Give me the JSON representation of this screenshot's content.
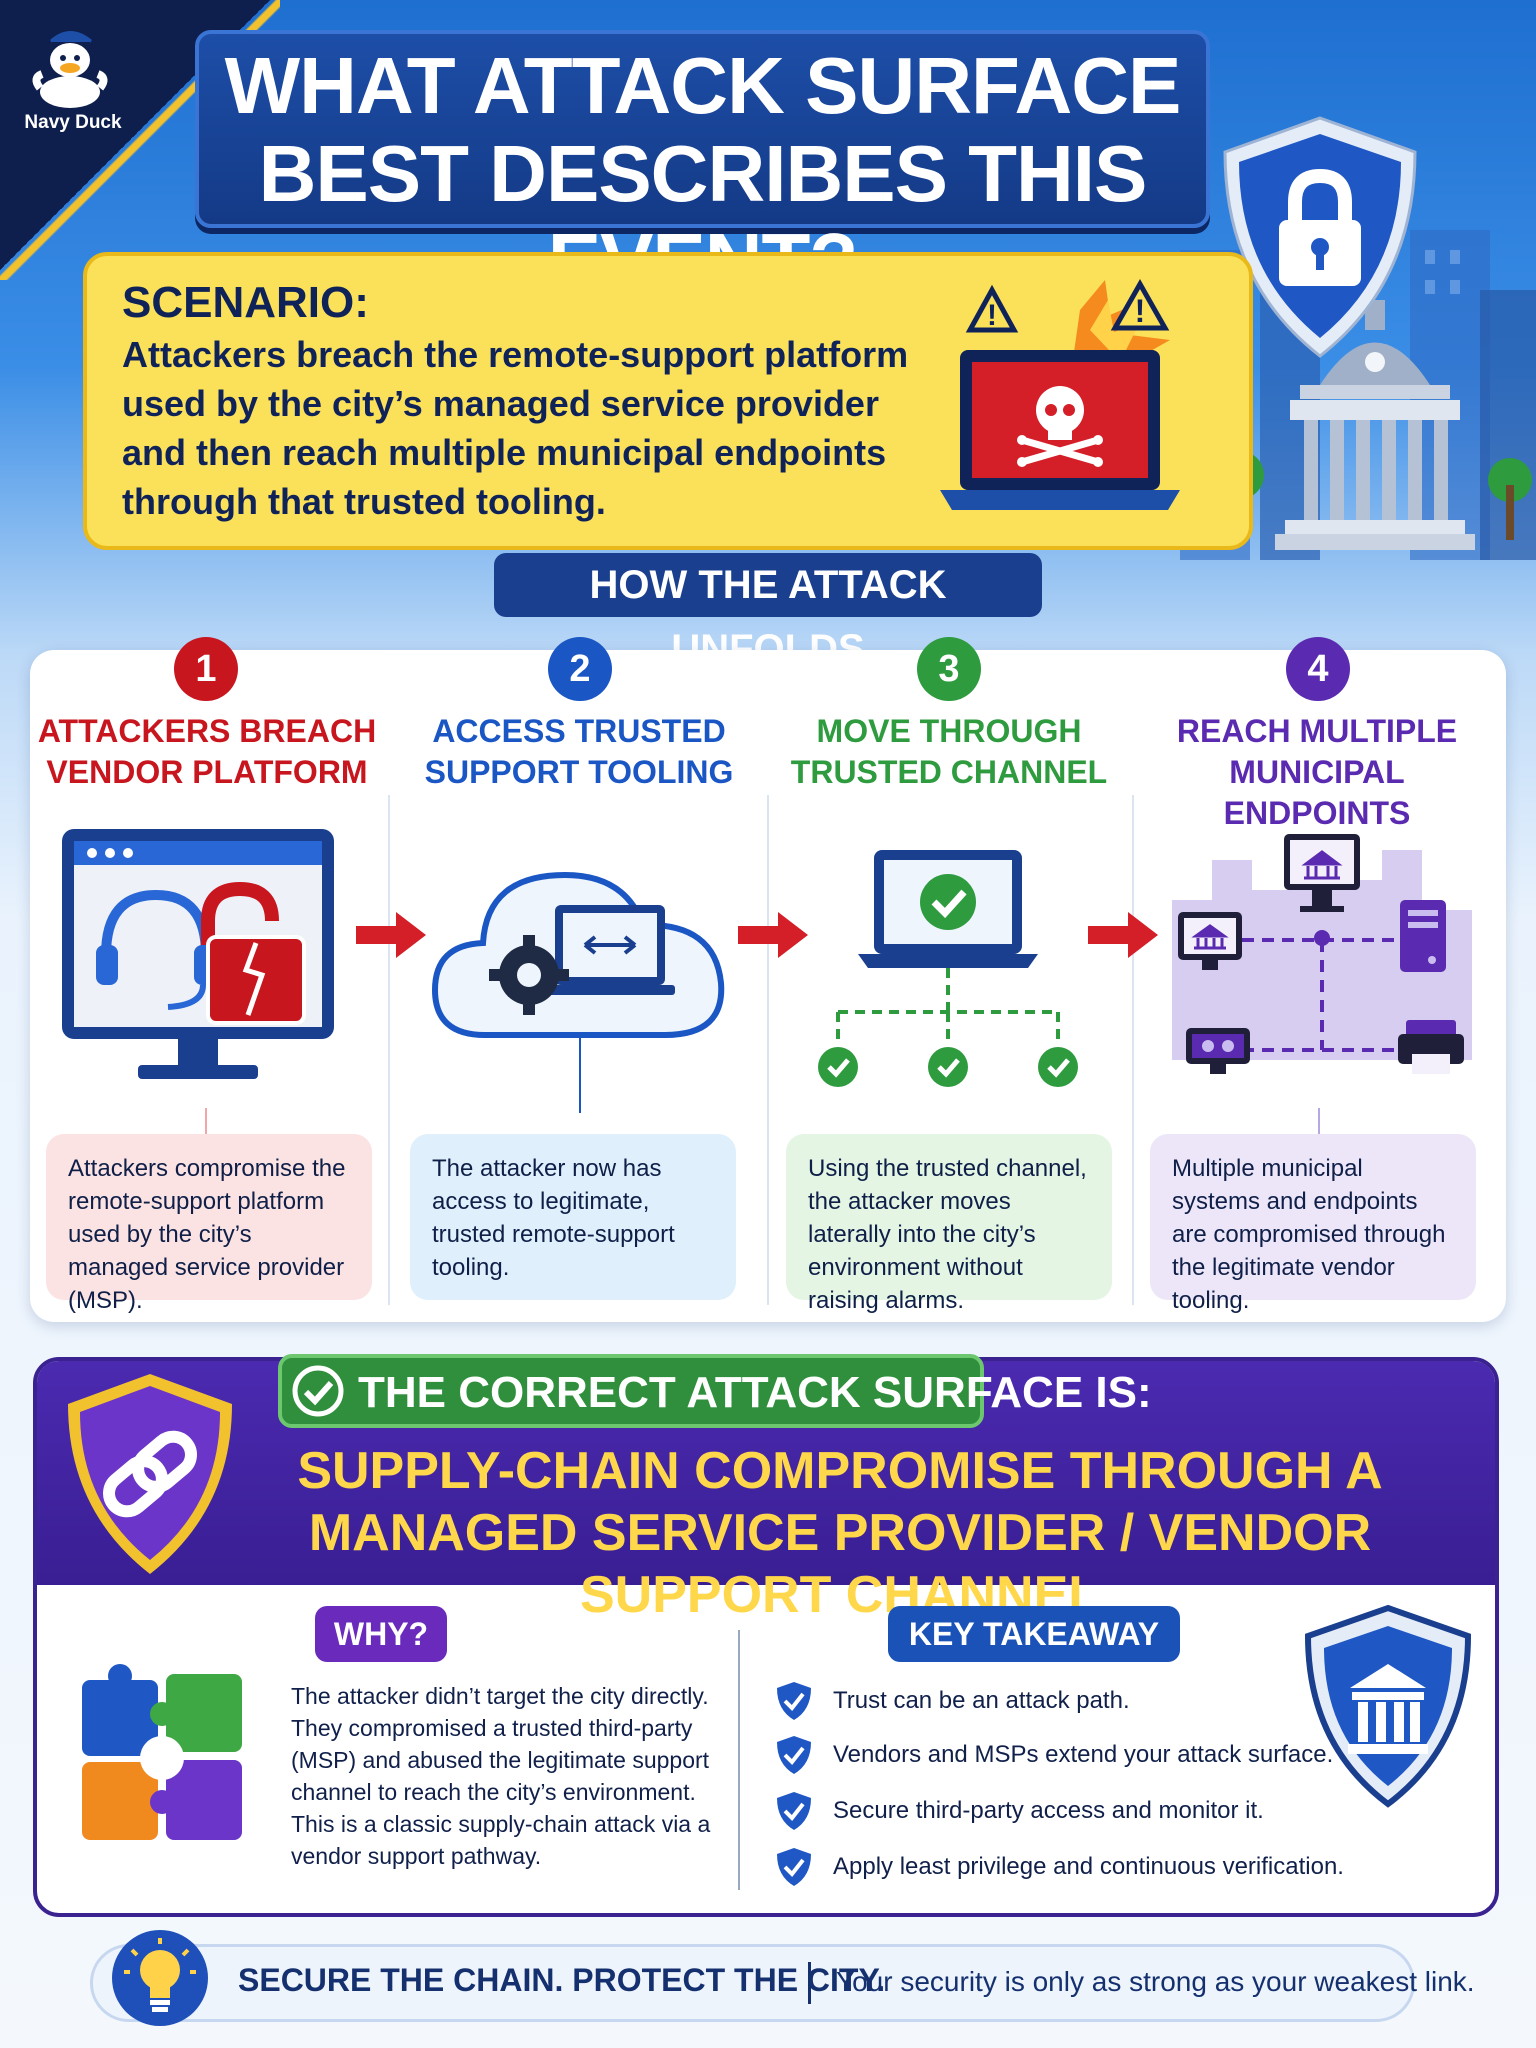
{
  "brand": {
    "name": "Navy Duck"
  },
  "title": "WHAT ATTACK SURFACE BEST DESCRIBES THIS EVENT?",
  "scenario": {
    "label": "SCENARIO:",
    "text": "Attackers breach the remote-support platform used by the city’s managed service provider and then reach multiple municipal endpoints through that trusted tooling."
  },
  "how": {
    "label": "HOW THE ATTACK UNFOLDS"
  },
  "steps": [
    {
      "number": "1",
      "title_line1": "ATTACKERS BREACH",
      "title_line2": "VENDOR PLATFORM",
      "desc": "Attackers compromise the remote-support platform used by the city’s managed service provider (MSP).",
      "color": "#c8161f"
    },
    {
      "number": "2",
      "title_line1": "ACCESS TRUSTED",
      "title_line2": "SUPPORT TOOLING",
      "desc": "The attacker now has access to legitimate, trusted remote-support tooling.",
      "color": "#1a56c4"
    },
    {
      "number": "3",
      "title_line1": "MOVE THROUGH",
      "title_line2": "TRUSTED CHANNEL",
      "desc": "Using the trusted channel, the attacker moves laterally into the city’s environment without raising alarms.",
      "color": "#2e9b3f"
    },
    {
      "number": "4",
      "title_line1": "REACH MULTIPLE",
      "title_line2": "MUNICIPAL ENDPOINTS",
      "desc": "Multiple municipal systems and endpoints are compromised through the legitimate vendor tooling.",
      "color": "#5a2bb0"
    }
  ],
  "correct": {
    "label": "THE CORRECT ATTACK SURFACE IS:",
    "answer_line1": "SUPPLY-CHAIN COMPROMISE THROUGH A",
    "answer_line2": "MANAGED SERVICE PROVIDER / VENDOR SUPPORT CHANNEL"
  },
  "why": {
    "label": "WHY?",
    "text": "The attacker didn’t target the city directly. They compromised a trusted third-party (MSP) and abused the legitimate support channel to reach the city’s environment. This is a classic supply-chain attack via a vendor support pathway."
  },
  "takeaway": {
    "label": "KEY TAKEAWAY",
    "items": [
      "Trust can be an attack path.",
      "Vendors and MSPs extend your attack surface.",
      "Secure third-party access and monitor it.",
      "Apply least privilege and continuous verification."
    ]
  },
  "footer": {
    "slogan": "SECURE THE CHAIN. PROTECT THE CITY.",
    "sub": "Your security is only as strong as your weakest link."
  },
  "colors": {
    "navy": "#143a86",
    "yellow": "#fbe15a",
    "purple": "#3e2098",
    "gold": "#ffd74a",
    "green": "#2f8f3c"
  }
}
